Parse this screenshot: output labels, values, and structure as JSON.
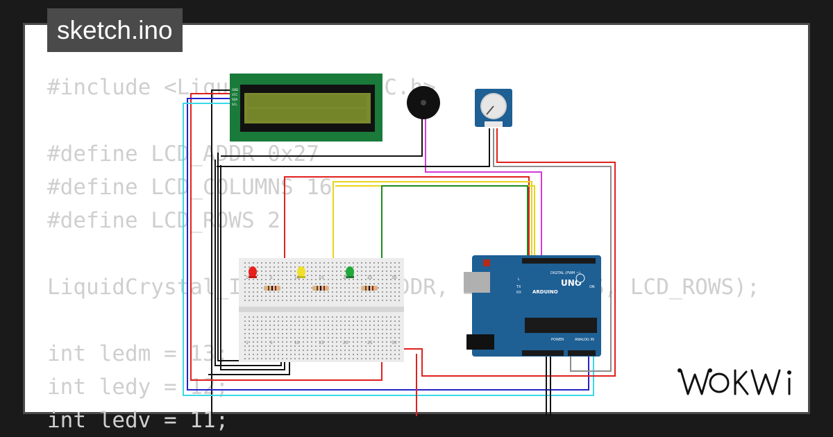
{
  "file_tab": {
    "filename": "sketch.ino"
  },
  "code": {
    "lines": [
      "#include <LiquidCrystal_I2C.h>",
      "",
      "#define LCD_ADDR 0x27",
      "#define LCD_COLUMNS 16",
      "#define LCD_ROWS 2",
      "",
      "LiquidCrystal_I2C lcd(LCD_ADDR, LCD_COLUMNS, LCD_ROWS);",
      "",
      "int ledm = 13;",
      "int ledy = 12;",
      "int ledv = 11;"
    ]
  },
  "arduino": {
    "board_name": "UNO",
    "brand": "ARDUINO",
    "digital_label": "DIGITAL (PWM ~)",
    "power_label": "POWER",
    "analog_label": "ANALOG IN",
    "on_label": "ON",
    "tx_label": "TX",
    "rx_label": "RX",
    "l_label": "L"
  },
  "breadboard": {
    "column_labels": [
      "1",
      "5",
      "10",
      "15",
      "20",
      "25",
      "30"
    ]
  },
  "lcd": {
    "pin_labels": [
      "GND",
      "VCC",
      "SDA",
      "SCL"
    ]
  },
  "colors": {
    "wire_red": "#e0201e",
    "wire_black": "#111111",
    "wire_blue": "#2323c8",
    "wire_cyan": "#38d9e8",
    "wire_yellow": "#e8d41a",
    "wire_green": "#1b8a1b",
    "wire_magenta": "#d33ad6",
    "wire_gray": "#8c8c8c",
    "arduino_blue": "#1e5f94",
    "lcd_green": "#1a7a3a",
    "lcd_screen": "#7b8a2c"
  },
  "logo": {
    "text": "WOKWi"
  }
}
